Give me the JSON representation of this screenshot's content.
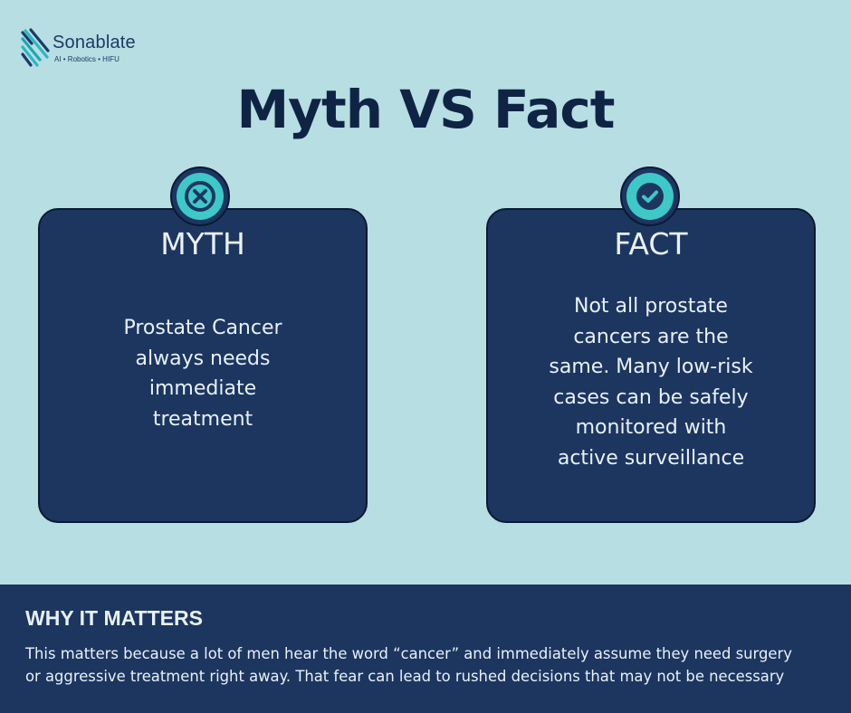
{
  "brand": {
    "name": "Sonablate",
    "tagline": "AI • Robotics • HIFU",
    "logo_icon": "stripes-logo-icon"
  },
  "title": "Myth VS Fact",
  "myth": {
    "heading": "MYTH",
    "icon": "x-circle-icon",
    "lines": [
      "Prostate Cancer",
      "always needs",
      "immediate",
      "treatment"
    ]
  },
  "fact": {
    "heading": "FACT",
    "icon": "check-circle-icon",
    "lines": [
      "Not all prostate",
      "cancers are the",
      "same. Many low-risk",
      "cases can be safely",
      "monitored with",
      "active surveillance"
    ]
  },
  "why": {
    "heading": "WHY IT MATTERS",
    "lines": [
      "This matters because a lot of men hear the word “cancer” and immediately assume they need surgery",
      "or aggressive treatment right away. That fear can lead to rushed decisions that may not be necessary"
    ]
  },
  "colors": {
    "background": "#b7dee2",
    "navy": "#1c3660",
    "title": "#0f2444",
    "accent_teal": "#3ec8c8"
  }
}
